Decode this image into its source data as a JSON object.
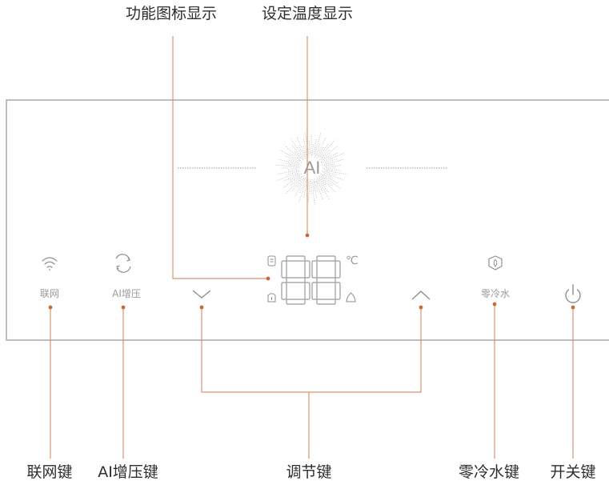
{
  "annotations": {
    "icon_display": "功能图标显示",
    "temp_display": "设定温度显示",
    "network_key": "联网键",
    "ai_boost_key": "AI增压键",
    "adjust_key": "调节键",
    "zero_cold_key": "零冷水键",
    "power_key": "开关键"
  },
  "panel": {
    "ai_label": "AI",
    "network_label": "联网",
    "ai_boost_label": "AI增压",
    "zero_cold_label": "零冷水",
    "temp_value": "88",
    "temp_unit": "℃"
  },
  "colors": {
    "leader": "#d9956e",
    "dot": "#c96a38",
    "panel_border": "#a8a8a8",
    "icon": "#8f8f8f"
  },
  "icons": [
    "wifi-icon",
    "ai-boost-icon",
    "chevron-down-icon",
    "chevron-up-icon",
    "zero-cold-water-icon",
    "power-icon",
    "seven-segment-display",
    "ai-burst-icon"
  ]
}
